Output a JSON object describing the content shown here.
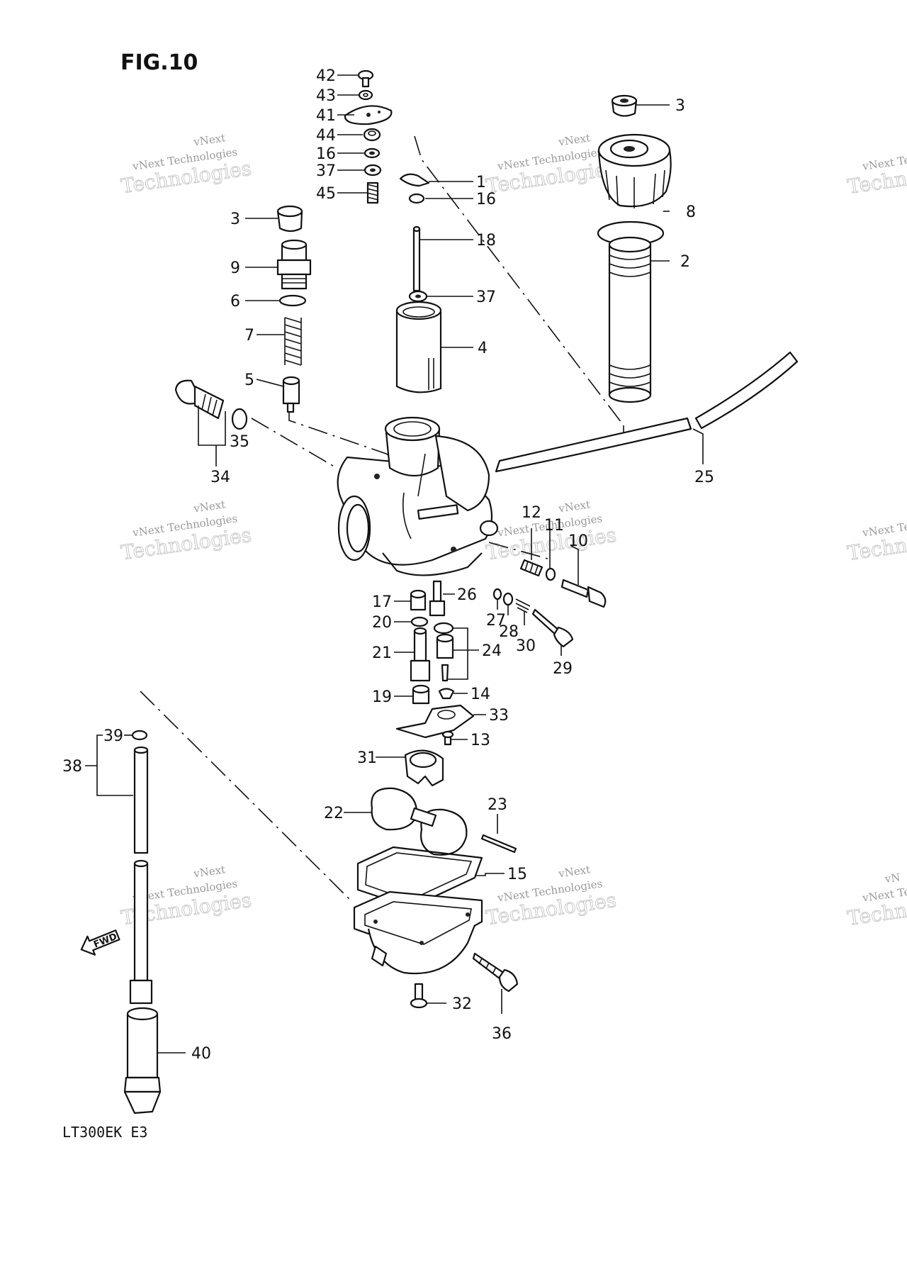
{
  "figure": {
    "title": "FIG.10",
    "model_code": "LT300EK  E3",
    "fwd_label": "FWD"
  },
  "watermark": {
    "line1": "vNext Technologies",
    "line2": "Technologies",
    "line3": "vNext",
    "edge1": "vNext Technolo",
    "edge2": "Techno",
    "edge3": "vN"
  },
  "callouts": {
    "c42": "42",
    "c43": "43",
    "c41": "41",
    "c44": "44",
    "c16a": "16",
    "c37a": "37",
    "c45": "45",
    "c1": "1",
    "c16b": "16",
    "c18": "18",
    "c37b": "37",
    "c4": "4",
    "c3a": "3",
    "c8": "8",
    "c2": "2",
    "c3b": "3",
    "c9": "9",
    "c6": "6",
    "c7": "7",
    "c5": "5",
    "c35": "35",
    "c34": "34",
    "c25": "25",
    "c12": "12",
    "c11": "11",
    "c10": "10",
    "c17": "17",
    "c26": "26",
    "c20": "20",
    "c27": "27",
    "c28": "28",
    "c30": "30",
    "c29": "29",
    "c21": "21",
    "c24": "24",
    "c19": "19",
    "c14": "14",
    "c33": "33",
    "c13": "13",
    "c39": "39",
    "c38": "38",
    "c31": "31",
    "c22": "22",
    "c23": "23",
    "c15": "15",
    "c32": "32",
    "c36": "36",
    "c40": "40"
  }
}
